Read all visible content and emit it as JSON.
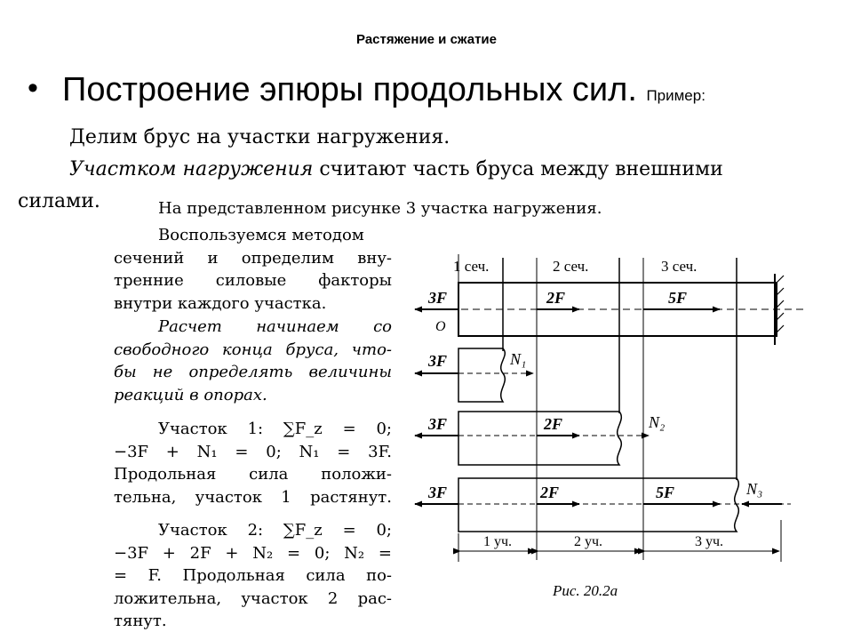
{
  "slide": {
    "title": "Растяжение и сжатие",
    "bullet_heading": "Построение эпюры продольных сил.",
    "bullet_suffix": "Пример:"
  },
  "intro": {
    "line1": "Делим брус на участки нагружения.",
    "line2_italic": "Участком нагружения",
    "line2_rest": " считают часть бруса между внешними",
    "line3": "силами.",
    "line4": "На представленном рисунке 3 участка нагружения."
  },
  "method_paragraph": [
    "Воспользуемся методом",
    "сечений и определим вну-",
    "тренние силовые факторы",
    "внутри каждого участка."
  ],
  "italic_paragraph": [
    "Расчет начинаем со",
    "свободного конца бруса, что-",
    "бы не определять величины",
    "реакций в опорах."
  ],
  "section1": [
    "Участок 1: ∑F_z = 0;",
    "−3F + N₁ = 0; N₁ = 3F.",
    "Продольная сила положи-",
    "тельна, участок 1 растянут."
  ],
  "section2": [
    "Участок 2: ∑F_z = 0;",
    "−3F + 2F + N₂ = 0; N₂ =",
    "= F. Продольная сила по-",
    "ложительна, участок 2 рас-",
    "тянут."
  ],
  "figure": {
    "cut_labels": [
      "1 сеч.",
      "2 сеч.",
      "3 сеч."
    ],
    "point_label": "O",
    "forces": {
      "f3": "3F",
      "f2": "2F",
      "f5": "5F"
    },
    "n_labels": [
      "N₁",
      "N₂",
      "N₃"
    ],
    "segment_labels": [
      "1 уч.",
      "2 уч.",
      "3 уч."
    ],
    "caption": "Рис. 20.2а"
  }
}
